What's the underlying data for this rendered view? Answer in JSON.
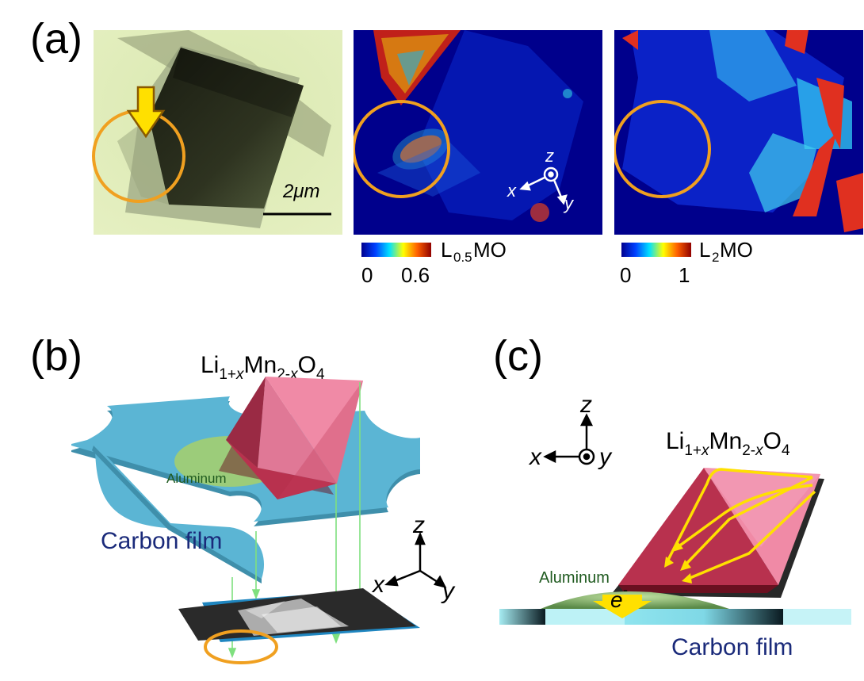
{
  "panels": {
    "a": {
      "label": "(a)",
      "scale_bar": "2μm",
      "map1": {
        "name_main": "L",
        "name_sub": "0.5",
        "name_rest": "MO",
        "min": "0",
        "max": "0.6"
      },
      "map2": {
        "name_main": "L",
        "name_sub": "2",
        "name_rest": "MO",
        "min": "0",
        "max": "1"
      },
      "axes": {
        "z": "z",
        "x": "x",
        "y": "y"
      }
    },
    "b": {
      "label": "(b)",
      "formula": {
        "p1": "Li",
        "s1": "1+",
        "s1i": "x",
        "p2": "Mn",
        "s2": "2-",
        "s2i": "x",
        "p3": "O",
        "s3": "4"
      },
      "aluminum": "Aluminum",
      "carbon_film": "Carbon film",
      "axes": {
        "z": "z",
        "x": "x",
        "y": "y"
      }
    },
    "c": {
      "label": "(c)",
      "formula": {
        "p1": "Li",
        "s1": "1+",
        "s1i": "x",
        "p2": "Mn",
        "s2": "2-",
        "s2i": "x",
        "p3": "O",
        "s3": "4"
      },
      "aluminum": "Aluminum",
      "carbon_film": "Carbon film",
      "electron": "e",
      "electron_sup": "-",
      "axes": {
        "z": "z",
        "x": "x",
        "y": "y"
      }
    }
  },
  "colors": {
    "circle": "#f0a020",
    "arrow_yellow": "#ffe000",
    "map_bg": "#00008c",
    "carbon_film": "#5bb5d4",
    "carbon_text": "#1a2a7a",
    "crystal_light": "#f08aa6",
    "crystal_dark": "#b8314e",
    "aluminum": "#9ccc7a",
    "aluminum_text": "#1f5a1f",
    "projection_line": "#7fe07f"
  }
}
